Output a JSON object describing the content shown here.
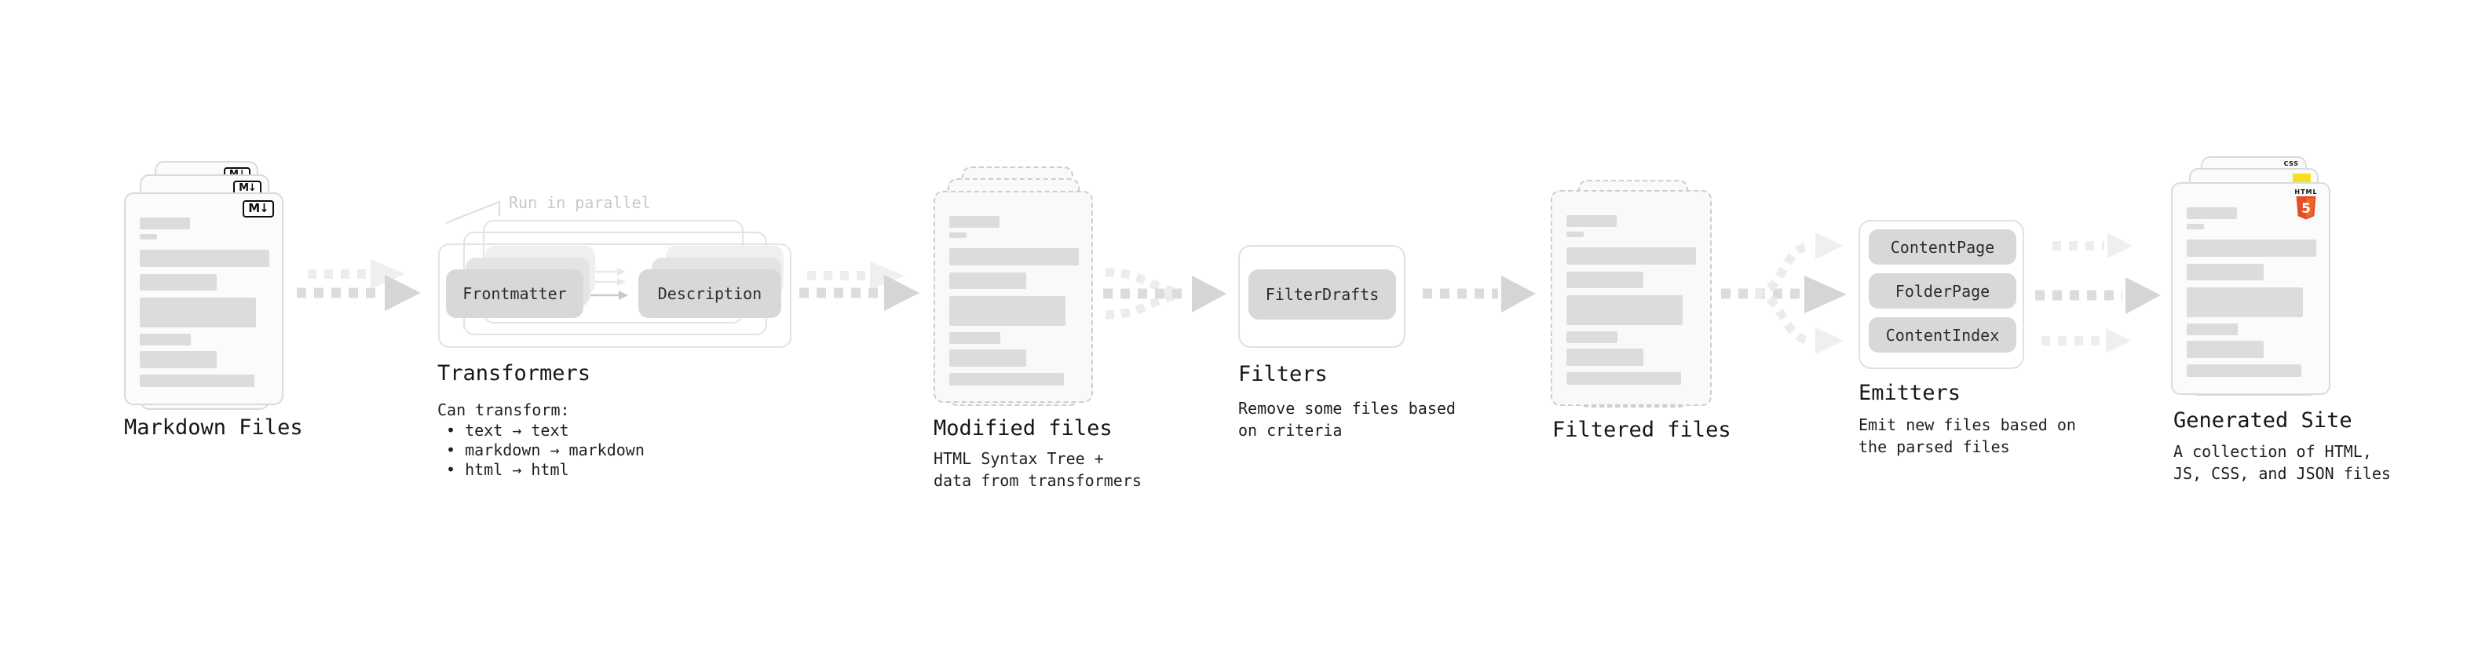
{
  "markdown_files": {
    "title": "Markdown Files",
    "badge": "M↓"
  },
  "transformers": {
    "annotation": "Run in parallel",
    "node_a": "Frontmatter",
    "node_b": "Description",
    "title": "Transformers",
    "description": "Can transform:",
    "bullets": [
      "• text → text",
      "• markdown → markdown",
      "• html → html"
    ]
  },
  "modified_files": {
    "title": "Modified files",
    "subtitle": [
      "HTML Syntax Tree +",
      "data from transformers"
    ]
  },
  "filters": {
    "node": "FilterDrafts",
    "title": "Filters",
    "subtitle": [
      "Remove some files based",
      "on criteria"
    ]
  },
  "filtered_files": {
    "title": "Filtered files"
  },
  "emitters": {
    "nodes": [
      "ContentPage",
      "FolderPage",
      "ContentIndex"
    ],
    "title": "Emitters",
    "subtitle": [
      "Emit new files based on",
      "the parsed files"
    ]
  },
  "generated_site": {
    "title": "Generated Site",
    "subtitle": [
      "A collection of HTML,",
      "JS, CSS, and JSON files"
    ],
    "badges": {
      "html_label": "HTML",
      "html_number": "5",
      "css_label": "CSS"
    }
  },
  "colors": {
    "html5_orange": "#e44d26",
    "html5_orange_light": "#f16529",
    "js_yellow": "#f7df1e",
    "css_blue": "#1a6fe0",
    "skeleton_gray": "#dcdcdc",
    "node_gray": "#d8d8d8",
    "arrow_gray": "#d5d5d5"
  }
}
